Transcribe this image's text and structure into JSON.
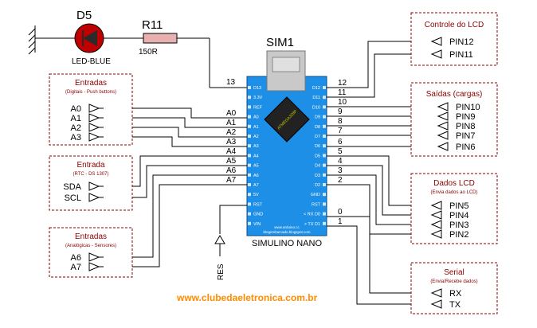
{
  "led": {
    "ref": "D5",
    "name": "LED-BLUE"
  },
  "resistor": {
    "ref": "R11",
    "value": "150R"
  },
  "board": {
    "ref": "SIM1",
    "name": "SIMULINO NANO",
    "chip_text": "ATMEGA328P",
    "site1": "www.arduino.cc",
    "site2": "blogembarcado.blogspot.com",
    "left_pins": [
      "D13",
      "3.3V",
      "REF",
      "A0",
      "A1",
      "A2",
      "A3",
      "A4",
      "A5",
      "A6",
      "A7",
      "5V",
      "RST",
      "GND",
      "VIN"
    ],
    "right_pins": [
      "D12",
      "D11",
      "D10",
      "D9",
      "D8",
      "D7",
      "D6",
      "D5",
      "D4",
      "D3",
      "D2",
      "GND",
      "RST",
      "< RX D0",
      "> TX D1"
    ]
  },
  "left_nets": [
    "13",
    "A0",
    "A1",
    "A2",
    "A3",
    "A4",
    "A5",
    "A6",
    "A7"
  ],
  "right_nets": [
    "12",
    "11",
    "10",
    "9",
    "8",
    "7",
    "6",
    "5",
    "4",
    "3",
    "2",
    "0",
    "1"
  ],
  "reset_label": "RES",
  "groups": {
    "entradas_digitais": {
      "title": "Entradas",
      "subtitle": "(Digitais - Push buttons)",
      "pins": [
        "A0",
        "A1",
        "A2",
        "A3"
      ]
    },
    "entrada_rtc": {
      "title": "Entrada",
      "subtitle": "(RTC - DS 1307)",
      "pins": [
        "SDA",
        "SCL"
      ]
    },
    "entradas_analogicas": {
      "title": "Entradas",
      "subtitle": "(Analógicas  - Sensores)",
      "pins": [
        "A6",
        "A7"
      ]
    },
    "controle_lcd": {
      "title": "Controle do LCD",
      "pins": [
        "PIN12",
        "PIN11"
      ]
    },
    "saidas": {
      "title": "Saídas (cargas)",
      "pins": [
        "PIN10",
        "PIN9",
        "PIN8",
        "PIN7",
        "PIN6"
      ]
    },
    "dados_lcd": {
      "title": "Dados LCD",
      "subtitle": "(Envia dados ao LCD)",
      "pins": [
        "PIN5",
        "PIN4",
        "PIN3",
        "PIN2"
      ]
    },
    "serial": {
      "title": "Serial",
      "subtitle": "(Envia/Recebe dados)",
      "pins": [
        "RX",
        "TX"
      ]
    }
  },
  "footer": "www.clubedaeletronica.com.br",
  "colors": {
    "board": "#1e8fe6",
    "box_border": "#8b0000",
    "box_title": "#8b0000",
    "led": "#c00000",
    "footer": "#ff8c00"
  }
}
